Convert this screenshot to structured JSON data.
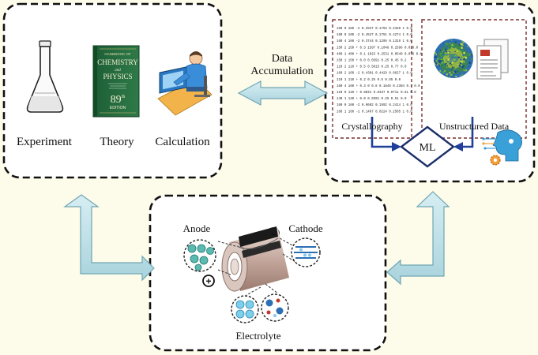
{
  "top_left": {
    "experiment_label": "Experiment",
    "theory_label": "Theory",
    "calculation_label": "Calculation",
    "book": {
      "line1": "HANDBOOK OF",
      "line2": "CHEMISTRY",
      "line3": "and",
      "line4": "PHYSICS",
      "edition_number": "89",
      "edition_suffix": "th",
      "edition_word": "EDITION"
    }
  },
  "middle": {
    "data_label": "Data",
    "accumulation_label": "Accumulation"
  },
  "top_right": {
    "crystallography_label": "Crystallography",
    "unstructured_label": "Unstructured Data",
    "ml_label": "ML",
    "data_rows": [
      "160 0 160 -2 0.2537 0.1794 0.2169 1 0.0",
      "160 0 160 -2 0.4527 0.1751 0.4274 1 0.0",
      "160 4 160 -2 0.3744 0.1295 0.1319 1 0.0",
      "150 2 150 + 0.3 1597 0.1048 0.2596 0.0 0.0",
      "400 1 400 + 0.1 1023 0.2531 0.0540 0.076 0.0",
      "150 1 150 + 0.0 0.0391 0.25 0.45 0.2",
      "110 2 110 + 0.5 0.5015 0.25 0.77 0.0",
      "160 2 160 -2 0.4301 0.4429 0.0627 1 0.0",
      "110 1 110 + 0.2 0.25 0.5 0.55 0.0",
      "160 4 160 + 0.3 0 0.8 0.1845 0.2304 0.7 0.0",
      "110 0 110 + 0.8042 0.0437 0.0711 0.81 0.0",
      "140 1 140 + 0.0 0.0391 0.25 0.51 0.0",
      "160 0 160 -2 0.0602 0.1592 0.2414 1 0.0",
      "160 1 160 -2 0.1407 0.0224 0.2505 1 0.0"
    ]
  },
  "bottom": {
    "anode_label": "Anode",
    "cathode_label": "Cathode",
    "electrolyte_label": "Electrolyte",
    "minus_sign": "-",
    "plus_sign": "+"
  }
}
